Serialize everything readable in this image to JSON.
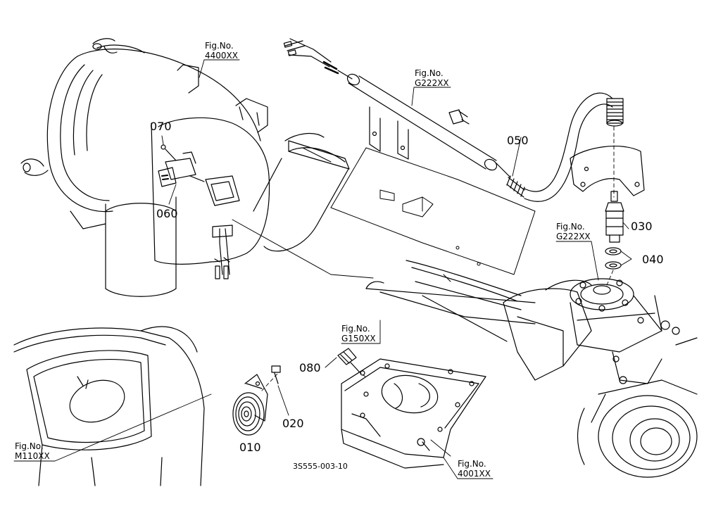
{
  "diagram": {
    "drawing_id": "3S555-003-10",
    "part_numbers": [
      {
        "id": "p010",
        "label": "010"
      },
      {
        "id": "p020",
        "label": "020"
      },
      {
        "id": "p030",
        "label": "030"
      },
      {
        "id": "p040",
        "label": "040"
      },
      {
        "id": "p050",
        "label": "050"
      },
      {
        "id": "p060",
        "label": "060"
      },
      {
        "id": "p070",
        "label": "070"
      },
      {
        "id": "p080",
        "label": "080"
      }
    ],
    "figure_references": [
      {
        "id": "f4400",
        "prefix": "Fig.No.",
        "number": "4400XX"
      },
      {
        "id": "fG222a",
        "prefix": "Fig.No.",
        "number": "G222XX"
      },
      {
        "id": "fG222b",
        "prefix": "Fig.No.",
        "number": "G222XX"
      },
      {
        "id": "fG150",
        "prefix": "Fig.No.",
        "number": "G150XX"
      },
      {
        "id": "fM110",
        "prefix": "Fig.No.",
        "number": "M110XX"
      },
      {
        "id": "f4001",
        "prefix": "Fig.No.",
        "number": "4001XX"
      }
    ]
  }
}
